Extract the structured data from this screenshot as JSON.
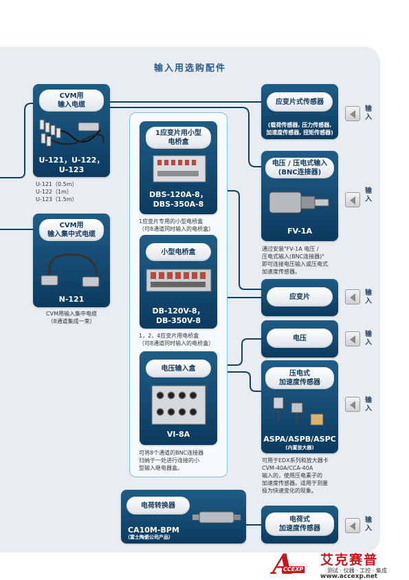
{
  "title": "输入用选购配件",
  "cards": {
    "cvm_cable": {
      "label": "CVM用\n输入电缆",
      "model": "U-121，U-122，\nU-123"
    },
    "cvm_bundle": {
      "label": "CVM用\n输入集中式电缆",
      "model": "N-121"
    },
    "bridge1": {
      "label": "1应变片用小型\n电桥盒",
      "model": "DBS-120A-8，\nDBS-350A-8"
    },
    "bridge_small": {
      "label": "小型电桥盒",
      "model": "DB-120V-8，\nDB-350V-8"
    },
    "voltage_box": {
      "label": "电压输入盒",
      "model": "VI-8A"
    },
    "charge_conv": {
      "label": "电荷转换器",
      "model": "CA10M-BPM",
      "sub": "（富士陶瓷公司产品）"
    },
    "strain_sensor": {
      "label": "应变片式传感器",
      "sub": "(载荷传感器, 压力传感器,\n加速度传感器, 扭矩传感器)"
    },
    "bnc": {
      "label": "电压 / 压电式输入\n(BNC连接器)",
      "model": "FV-1A"
    },
    "strain_gauge": {
      "label": "应变片"
    },
    "voltage": {
      "label": "电压"
    },
    "piezo": {
      "label": "压电式\n加速度传感器",
      "model": "ASPA/ASPB/ASPC",
      "sub": "(内置放大器)"
    },
    "charge_sensor": {
      "label": "电荷式\n加速度传感器"
    }
  },
  "captions": {
    "cable_lengths": "U-121（0.5m）\nU-122（1m）\nU-123（1.5m）",
    "bundle": "CVM用输入集中电缆\n（8通道集成一束）",
    "bridge1": "1应变片专用的小型电桥盒\n（可8通道同时输入的电桥盒）",
    "bridge_small": "1，2，4应变片用电桥盒\n（可8通道同时输入的电桥盒）",
    "voltage_box": "可将8个通道的BNC连接器\n归纳于一处进行连接的小\n型输入继电器盒。",
    "bnc": "通过安装\"FV-1A 电压 /\n压电式输入(BNC连接器)\"\n即可连接电压输入或压电式\n加速度传感器。",
    "piezo": "可用于EDX系列和放大器卡\nCVM-40A/CCA-40A\n输入的，使用压电素子的\n加速度传感器。适用于测量\n极为快速变化的现象。"
  },
  "arrow_label": "输\n入",
  "logo": {
    "mark": "A",
    "mark_sub": "CCEXP",
    "name": "艾克赛普",
    "tagline": "测试 · 仪器 · 工控 · 集成",
    "url": "www.accexp.net"
  },
  "colors": {
    "card": "#0c3a5f",
    "wire": "#123f66",
    "panel": "#e8edf1",
    "brand": "#c8161d"
  }
}
